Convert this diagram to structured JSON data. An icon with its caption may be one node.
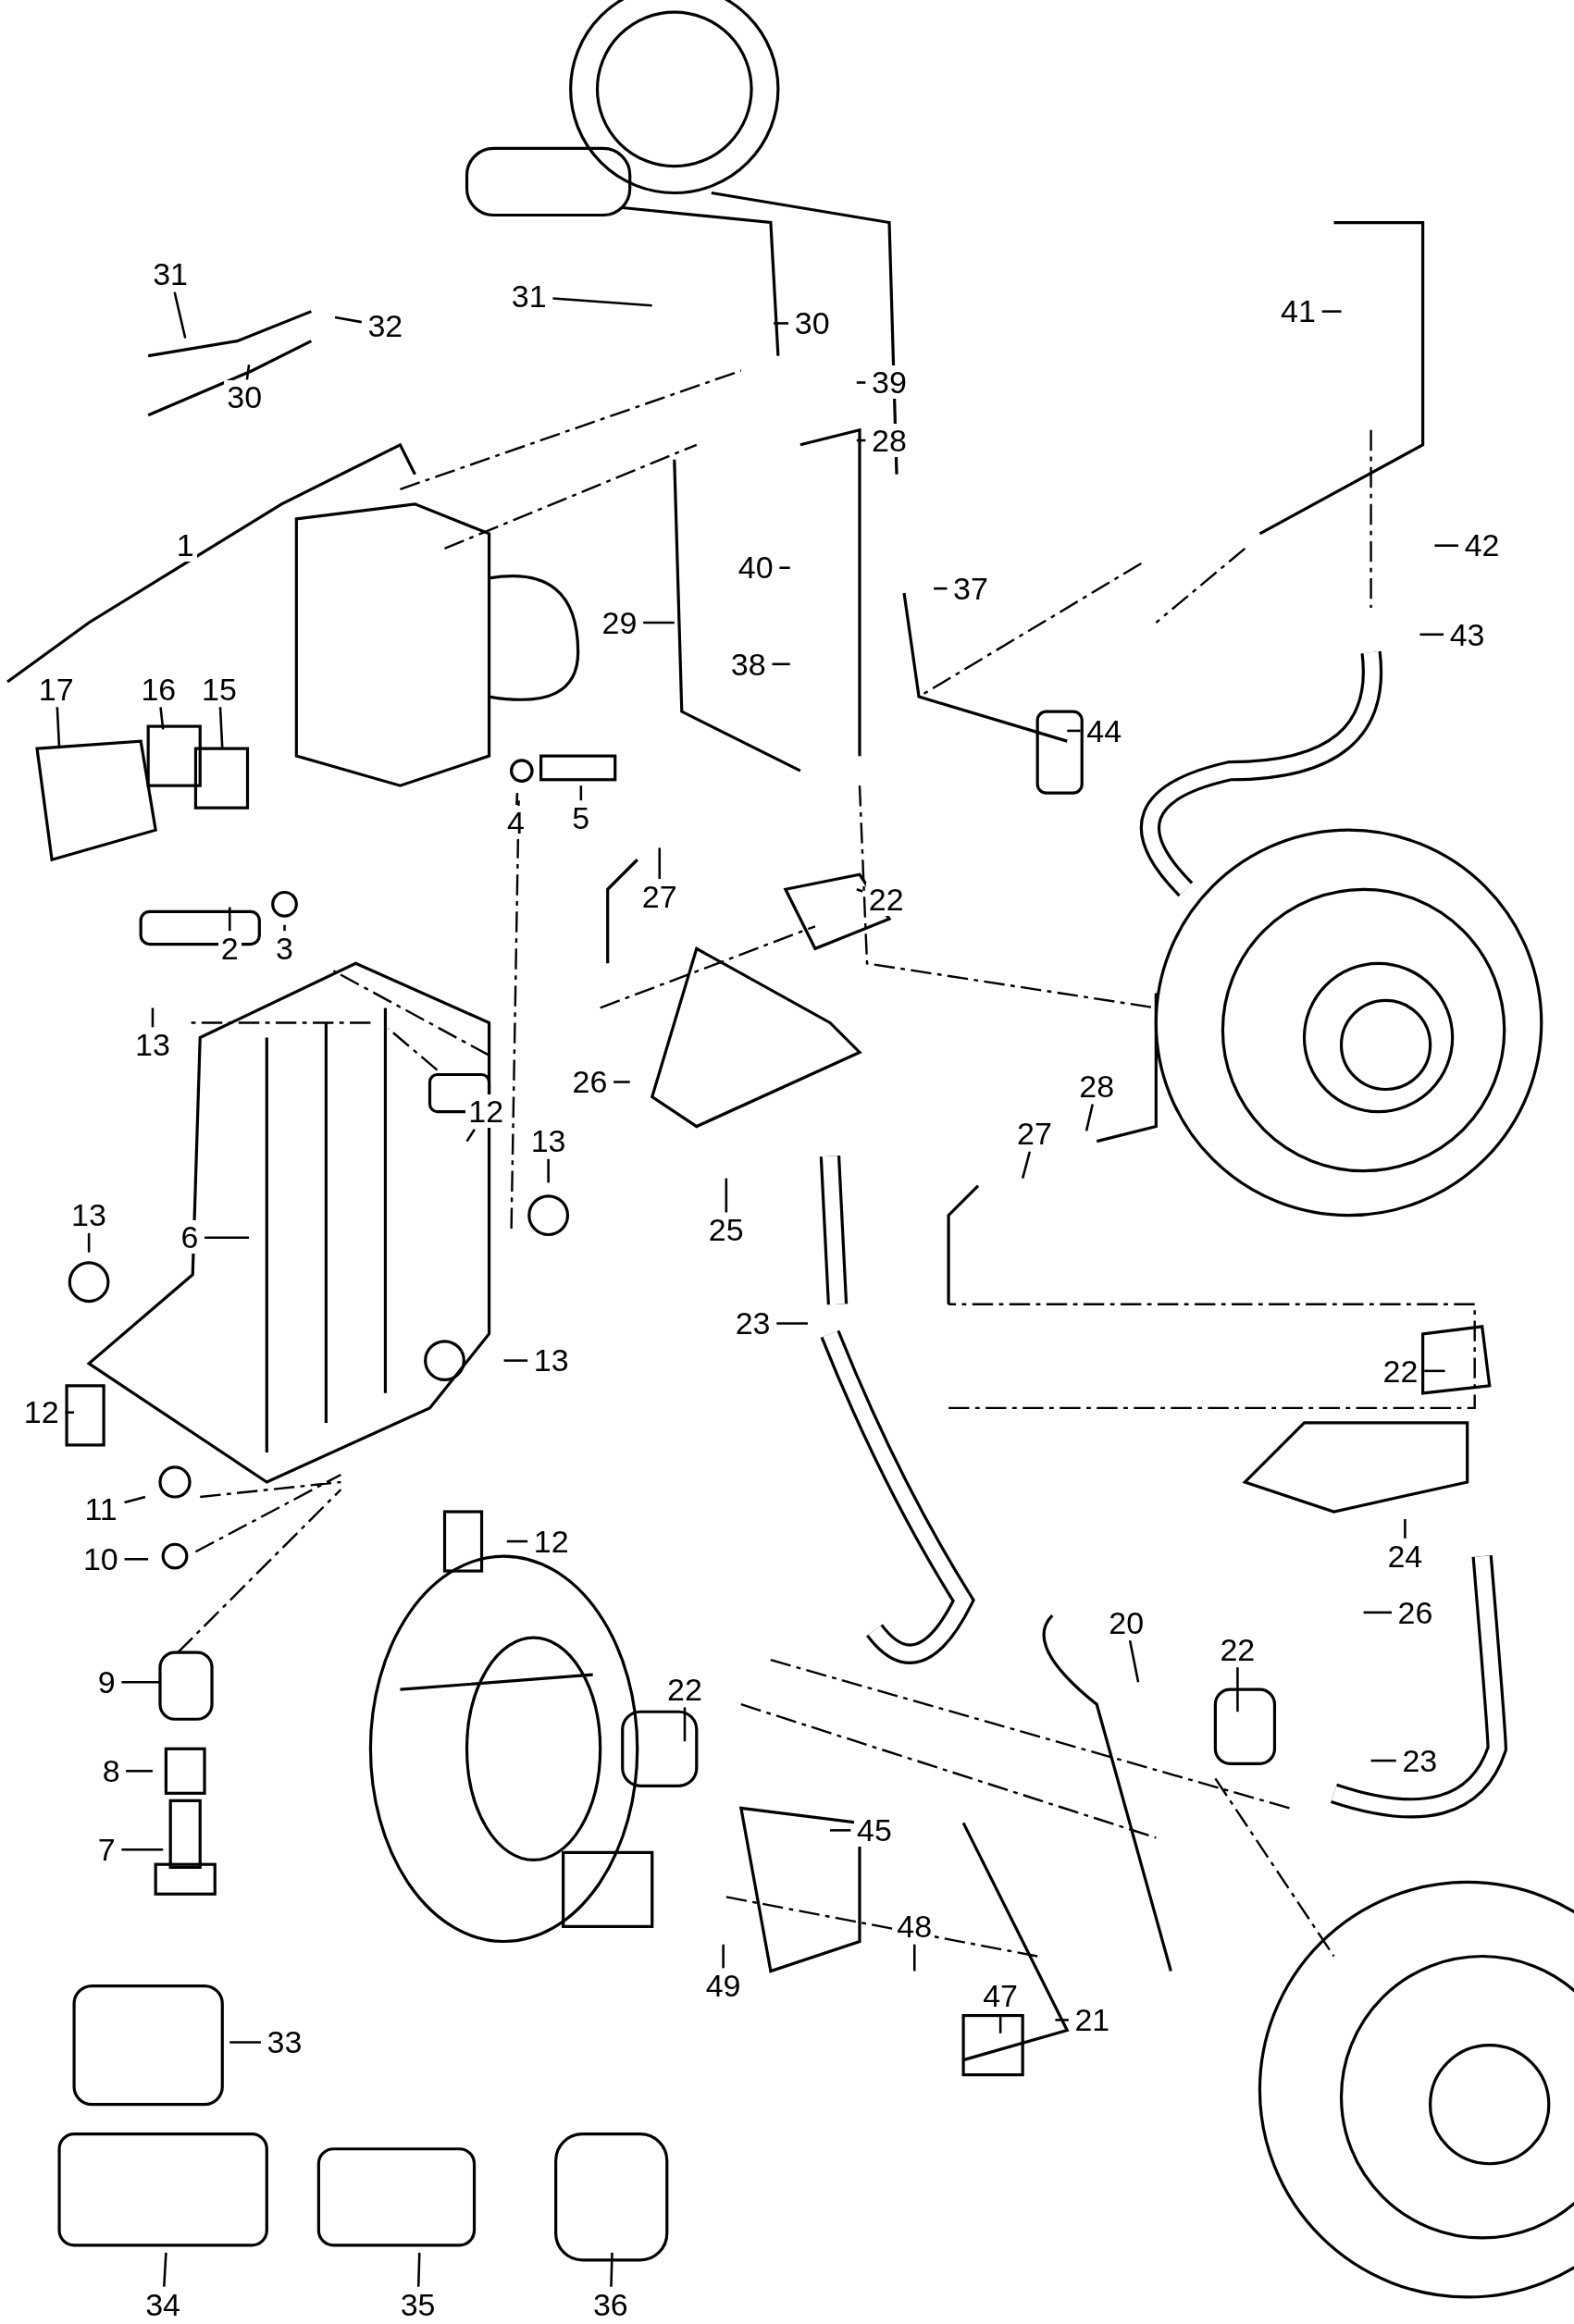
{
  "diagram": {
    "nodes": [
      {
        "text": [
          "31"
        ]
      },
      {
        "text": [
          "32"
        ]
      },
      {
        "text": [
          "30"
        ]
      },
      {
        "text": [
          "31"
        ]
      },
      {
        "text": [
          "30"
        ]
      },
      {
        "text": [
          "39"
        ]
      },
      {
        "text": [
          "41"
        ]
      },
      {
        "text": [
          "28"
        ]
      },
      {
        "text": [
          "1"
        ]
      },
      {
        "text": [
          "42"
        ]
      },
      {
        "text": [
          "40"
        ]
      },
      {
        "text": [
          "37"
        ]
      },
      {
        "text": [
          "29"
        ]
      },
      {
        "text": [
          "43"
        ]
      },
      {
        "text": [
          "38"
        ]
      },
      {
        "text": [
          "17"
        ]
      },
      {
        "text": [
          "16"
        ]
      },
      {
        "text": [
          "15"
        ]
      },
      {
        "text": [
          "44"
        ]
      },
      {
        "text": [
          "5"
        ]
      },
      {
        "text": [
          "4"
        ]
      },
      {
        "text": [
          "27"
        ]
      },
      {
        "text": [
          "22"
        ]
      },
      {
        "text": [
          "2"
        ]
      },
      {
        "text": [
          "3"
        ]
      },
      {
        "text": [
          "13"
        ]
      },
      {
        "text": [
          "26"
        ]
      },
      {
        "text": [
          "28"
        ]
      },
      {
        "text": [
          "12"
        ]
      },
      {
        "text": [
          "27"
        ]
      },
      {
        "text": [
          "13"
        ]
      },
      {
        "text": [
          "13"
        ]
      },
      {
        "text": [
          "25"
        ]
      },
      {
        "text": [
          "6"
        ]
      },
      {
        "text": [
          "23"
        ]
      },
      {
        "text": [
          "13"
        ]
      },
      {
        "text": [
          "22"
        ]
      },
      {
        "text": [
          "12"
        ]
      },
      {
        "text": [
          "11"
        ]
      },
      {
        "text": [
          "24"
        ]
      },
      {
        "text": [
          "12"
        ]
      },
      {
        "text": [
          "10"
        ]
      },
      {
        "text": [
          "26"
        ]
      },
      {
        "text": [
          "20"
        ]
      },
      {
        "text": [
          "9"
        ]
      },
      {
        "text": [
          "22"
        ]
      },
      {
        "text": [
          "22"
        ]
      },
      {
        "text": [
          "23"
        ]
      },
      {
        "text": [
          "8"
        ]
      },
      {
        "text": [
          "45"
        ]
      },
      {
        "text": [
          "7"
        ]
      },
      {
        "text": [
          "48"
        ]
      },
      {
        "text": [
          "49"
        ]
      },
      {
        "text": [
          "47"
        ]
      },
      {
        "text": [
          "21"
        ]
      },
      {
        "text": [
          "33"
        ]
      },
      {
        "text": [
          "34"
        ]
      },
      {
        "text": [
          "35"
        ]
      },
      {
        "text": [
          "36"
        ]
      }
    ],
    "edges": [
      {
        "from": 0,
        "to": null,
        "arrow": "none"
      },
      {
        "from": 1,
        "to": null,
        "arrow": "none"
      },
      {
        "from": 2,
        "to": null,
        "arrow": "none"
      },
      {
        "from": 3,
        "to": null,
        "arrow": "none"
      },
      {
        "from": 4,
        "to": null,
        "arrow": "none"
      },
      {
        "from": 5,
        "to": null,
        "arrow": "none"
      },
      {
        "from": 6,
        "to": null,
        "arrow": "none"
      },
      {
        "from": 7,
        "to": null,
        "arrow": "none"
      },
      {
        "from": 9,
        "to": null,
        "arrow": "none"
      },
      {
        "from": 10,
        "to": null,
        "arrow": "none"
      },
      {
        "from": 11,
        "to": null,
        "arrow": "none"
      },
      {
        "from": 12,
        "to": null,
        "arrow": "none"
      },
      {
        "from": 13,
        "to": null,
        "arrow": "none"
      },
      {
        "from": 14,
        "to": null,
        "arrow": "none"
      },
      {
        "from": 15,
        "to": null,
        "arrow": "none"
      },
      {
        "from": 16,
        "to": null,
        "arrow": "none"
      },
      {
        "from": 17,
        "to": null,
        "arrow": "none"
      },
      {
        "from": 18,
        "to": null,
        "arrow": "none"
      },
      {
        "from": 19,
        "to": null,
        "arrow": "none"
      },
      {
        "from": 20,
        "to": null,
        "arrow": "none"
      },
      {
        "from": 21,
        "to": null,
        "arrow": "none"
      },
      {
        "from": 22,
        "to": null,
        "arrow": "none"
      },
      {
        "from": 23,
        "to": null,
        "arrow": "none"
      },
      {
        "from": 24,
        "to": null,
        "arrow": "none"
      },
      {
        "from": 25,
        "to": null,
        "arrow": "none"
      },
      {
        "from": 26,
        "to": null,
        "arrow": "none"
      },
      {
        "from": 27,
        "to": null,
        "arrow": "none"
      },
      {
        "from": 28,
        "to": null,
        "arrow": "none"
      },
      {
        "from": 29,
        "to": null,
        "arrow": "none"
      },
      {
        "from": 30,
        "to": null,
        "arrow": "none"
      },
      {
        "from": 31,
        "to": null,
        "arrow": "none"
      },
      {
        "from": 32,
        "to": null,
        "arrow": "none"
      },
      {
        "from": 33,
        "to": null,
        "arrow": "none"
      },
      {
        "from": 34,
        "to": null,
        "arrow": "none"
      },
      {
        "from": 35,
        "to": null,
        "arrow": "none"
      },
      {
        "from": 36,
        "to": null,
        "arrow": "none"
      },
      {
        "from": 37,
        "to": null,
        "arrow": "none"
      },
      {
        "from": 38,
        "to": null,
        "arrow": "none"
      },
      {
        "from": 39,
        "to": null,
        "arrow": "none"
      },
      {
        "from": 40,
        "to": null,
        "arrow": "none"
      },
      {
        "from": 41,
        "to": null,
        "arrow": "none"
      },
      {
        "from": 42,
        "to": null,
        "arrow": "none"
      },
      {
        "from": 43,
        "to": null,
        "arrow": "none"
      },
      {
        "from": 44,
        "to": null,
        "arrow": "none"
      },
      {
        "from": 45,
        "to": null,
        "arrow": "none"
      },
      {
        "from": 46,
        "to": null,
        "arrow": "none"
      },
      {
        "from": 47,
        "to": null,
        "arrow": "none"
      },
      {
        "from": 48,
        "to": null,
        "arrow": "none"
      },
      {
        "from": 49,
        "to": null,
        "arrow": "none"
      },
      {
        "from": 50,
        "to": null,
        "arrow": "none"
      },
      {
        "from": 51,
        "to": null,
        "arrow": "none"
      },
      {
        "from": 52,
        "to": null,
        "arrow": "none"
      },
      {
        "from": 53,
        "to": null,
        "arrow": "none"
      },
      {
        "from": 54,
        "to": null,
        "arrow": "none"
      },
      {
        "from": 55,
        "to": null,
        "arrow": "none"
      },
      {
        "from": 56,
        "to": null,
        "arrow": "none"
      },
      {
        "from": 57,
        "to": null,
        "arrow": "none"
      },
      {
        "from": 58,
        "to": null,
        "arrow": "none"
      }
    ]
  }
}
